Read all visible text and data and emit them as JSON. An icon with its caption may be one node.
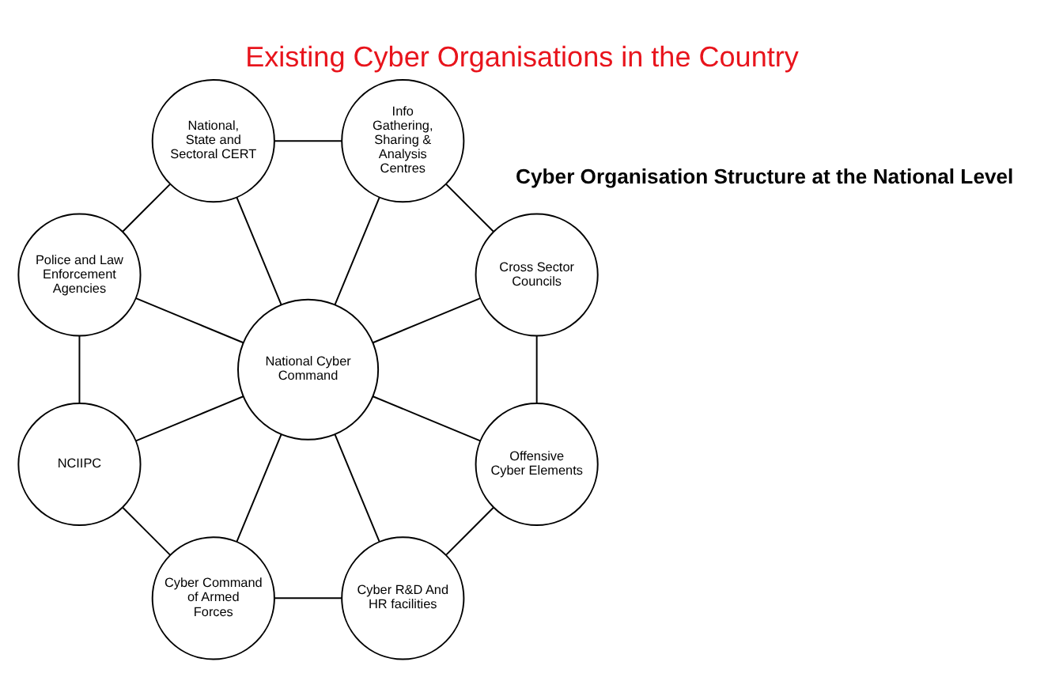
{
  "diagram": {
    "title": "Existing Cyber Organisations in the Country",
    "nodes": [
      {
        "text": [
          "National, State and Sectoral CERT"
        ]
      },
      {
        "text": [
          "Police and Law Enforcement Agencies"
        ]
      },
      {
        "text": [
          "Info Gathering, Sharing & Analysis Centres"
        ]
      },
      {
        "text": [
          "NCIIPC"
        ]
      },
      {
        "text": [
          "National Cyber Command"
        ]
      },
      {
        "text": [
          "Cross Sector Councils"
        ]
      },
      {
        "text": [
          "Cyber Command of Armed Forces"
        ]
      },
      {
        "text": [
          "Offensive Cyber Elements"
        ]
      },
      {
        "text": [
          "Cyber R&D And HR facilities"
        ]
      }
    ],
    "edges": [
      {
        "from": 4,
        "to": 0,
        "arrow": "none"
      },
      {
        "from": 4,
        "to": 1,
        "arrow": "none"
      },
      {
        "from": 4,
        "to": 2,
        "arrow": "none"
      },
      {
        "from": 4,
        "to": 3,
        "arrow": "none"
      },
      {
        "from": 4,
        "to": 5,
        "arrow": "none"
      },
      {
        "from": 4,
        "to": 6,
        "arrow": "none"
      },
      {
        "from": 4,
        "to": 7,
        "arrow": "none"
      },
      {
        "from": 4,
        "to": 8,
        "arrow": "none"
      },
      {
        "from": 0,
        "to": 2,
        "arrow": "none"
      },
      {
        "from": 2,
        "to": 5,
        "arrow": "none"
      },
      {
        "from": 5,
        "to": 7,
        "arrow": "none"
      },
      {
        "from": 7,
        "to": 8,
        "arrow": "none"
      },
      {
        "from": 8,
        "to": 6,
        "arrow": "none"
      },
      {
        "from": 6,
        "to": 3,
        "arrow": "none"
      },
      {
        "from": 3,
        "to": 1,
        "arrow": "none"
      },
      {
        "from": 1,
        "to": 0,
        "arrow": "none"
      }
    ],
    "labels": [
      "Cyber Organisation Structure at the National Level"
    ]
  }
}
